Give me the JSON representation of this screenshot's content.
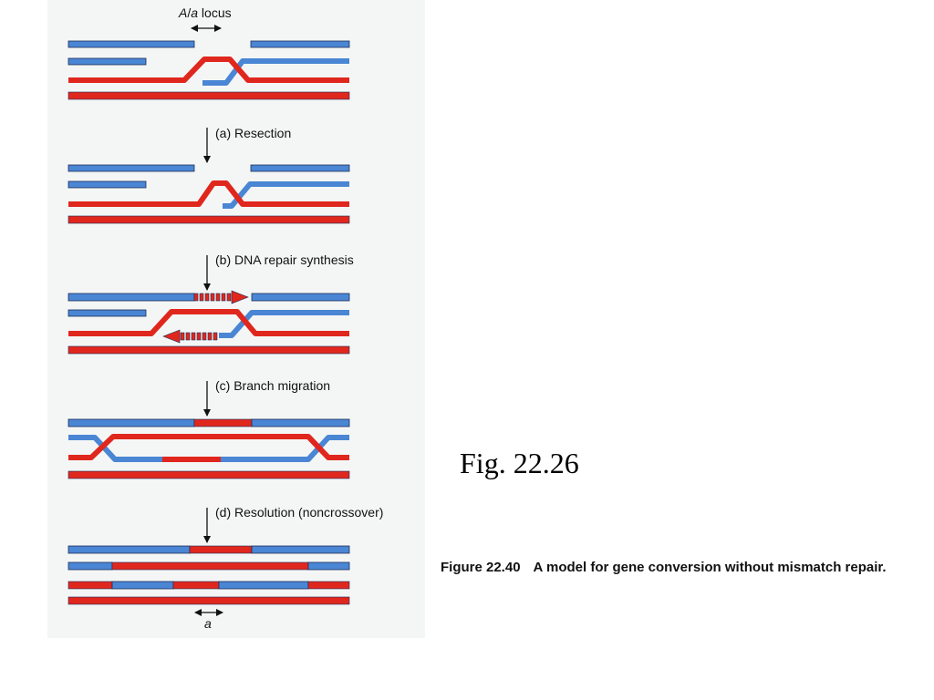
{
  "diagram": {
    "locus_label_allele": "A",
    "locus_label_sep": "/",
    "locus_label_allele2": "a",
    "locus_label_word": " locus",
    "bottom_label": "a",
    "steps": [
      {
        "label": "(a) Resection"
      },
      {
        "label": "(b) DNA repair synthesis"
      },
      {
        "label": "(c) Branch migration"
      },
      {
        "label": "(d) Resolution (noncrossover)"
      }
    ],
    "colors": {
      "blue_strand": "#4a86d4",
      "red_strand": "#e0271e",
      "outline": "#1f2d55"
    }
  },
  "figure_number": "Fig. 22.26",
  "caption": {
    "number": "Figure 22.40",
    "text": "A model for gene conversion without mismatch repair."
  }
}
